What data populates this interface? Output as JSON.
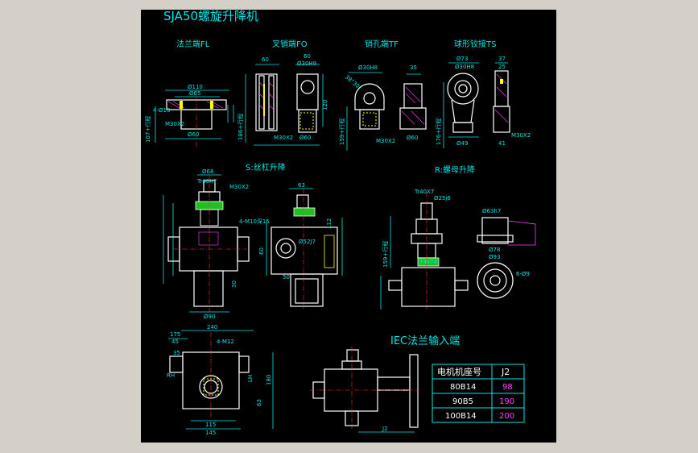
{
  "drawing": {
    "title": "SJA50螺旋升降机",
    "section_s": "S:丝杠升降",
    "section_r": "R:螺母升降",
    "section_iec": "IEC法兰输入端",
    "ends": [
      {
        "label": "法兰端FL"
      },
      {
        "label": "叉销端FO"
      },
      {
        "label": "销孔端TF"
      },
      {
        "label": "球形铰接TS"
      }
    ],
    "dims": {
      "fl_d110": "Ø110",
      "fl_d65": "Ø65",
      "fl_4d13": "4-Ø13",
      "fl_m30": "M30X2",
      "fl_d60": "Ø60",
      "fl_l107": "107+行程",
      "fo_60a": "60",
      "fo_60b": "60",
      "fo_30h9": "Ø30H9",
      "fo_120": "120",
      "fo_186": "186+行程",
      "fo_m30": "M30X2",
      "fo_d60": "Ø60",
      "tf_30h8": "Ø30H8",
      "tf_35": "35",
      "tf_3830": "38°30",
      "tf_159": "159+行程",
      "tf_m30": "M30X2",
      "tf_d60": "Ø60",
      "ts_d73": "Ø73",
      "ts_37": "37",
      "ts_30h8": "Ø30H8",
      "ts_25": "25",
      "ts_176": "176+行程",
      "ts_d49": "Ø49",
      "ts_41": "41",
      "ts_m30": "M30X2",
      "s_d68": "Ø68",
      "s_tr40": "Tr40X7",
      "s_m30": "M30X2",
      "s_4m10": "4-M10深15",
      "s_63": "63",
      "s_112": "112",
      "s_d52": "Ø52J7",
      "s_d90": "Ø90",
      "s_60": "60",
      "s_50": "50",
      "s_30": "30",
      "r_tr40": "Tr40X7",
      "r_25j6": "Ø25j6",
      "r_d63": "Ø63h7",
      "r_74": "74x74",
      "r_d78": "Ø78",
      "r_d93": "Ø93",
      "r_6d9": "6-Ø9",
      "r_159": "159+行程",
      "b_240": "240",
      "b_175": "175",
      "b_45": "45",
      "b_4m12": "4-M12",
      "b_35": "35",
      "b_rh": "RH",
      "b_lh": "LH",
      "b_180": "180",
      "b_63": "63",
      "b_115": "115",
      "b_145": "145",
      "b_j2": "J2"
    },
    "iec_table": {
      "headers": [
        "电机机座号",
        "J2"
      ],
      "rows": [
        [
          "80B14",
          "98"
        ],
        [
          "90B5",
          "190"
        ],
        [
          "100B14",
          "200"
        ]
      ]
    },
    "colors": {
      "background": "#000000",
      "dimension": "#00e5e5",
      "outline": "#ffffff",
      "section": "#ff40ff",
      "accent": "#ffff00",
      "centerline": "#ff3030",
      "green": "#20c020"
    }
  }
}
